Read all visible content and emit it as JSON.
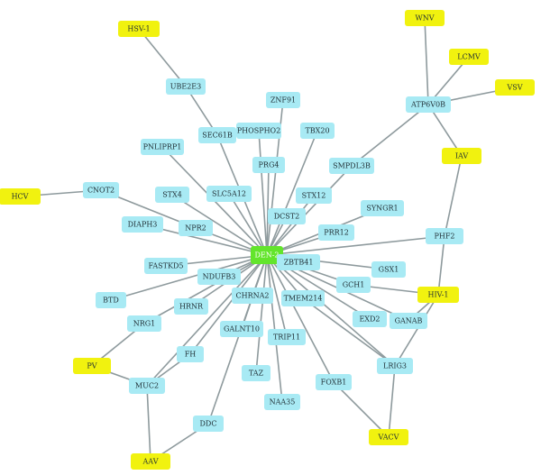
{
  "colors": {
    "gene_node": "#a8eaf4",
    "virus_node": "#f1f20f",
    "hub_node": "#63e52c",
    "edge": "#8e9a9d"
  },
  "nodes": [
    {
      "id": "DEN-2",
      "label": "DEN-2",
      "kind": "hub"
    },
    {
      "id": "HSV-1",
      "label": "HSV-1",
      "kind": "virus"
    },
    {
      "id": "WNV",
      "label": "WNV",
      "kind": "virus"
    },
    {
      "id": "LCMV",
      "label": "LCMV",
      "kind": "virus"
    },
    {
      "id": "VSV",
      "label": "VSV",
      "kind": "virus"
    },
    {
      "id": "IAV",
      "label": "IAV",
      "kind": "virus"
    },
    {
      "id": "HCV",
      "label": "HCV",
      "kind": "virus"
    },
    {
      "id": "HIV-1",
      "label": "HIV-1",
      "kind": "virus"
    },
    {
      "id": "PV",
      "label": "PV",
      "kind": "virus"
    },
    {
      "id": "VACV",
      "label": "VACV",
      "kind": "virus"
    },
    {
      "id": "AAV",
      "label": "AAV",
      "kind": "virus"
    },
    {
      "id": "UBE2E3",
      "label": "UBE2E3",
      "kind": "gene"
    },
    {
      "id": "ZNF91",
      "label": "ZNF91",
      "kind": "gene"
    },
    {
      "id": "ATP6V0B",
      "label": "ATP6V0B",
      "kind": "gene"
    },
    {
      "id": "PHOSPHO2",
      "label": "PHOSPHO2",
      "kind": "gene"
    },
    {
      "id": "SEC61B",
      "label": "SEC61B",
      "kind": "gene"
    },
    {
      "id": "TBX20",
      "label": "TBX20",
      "kind": "gene"
    },
    {
      "id": "PNLIPRP1",
      "label": "PNLIPRP1",
      "kind": "gene"
    },
    {
      "id": "PRG4",
      "label": "PRG4",
      "kind": "gene"
    },
    {
      "id": "SMPDL3B",
      "label": "SMPDL3B",
      "kind": "gene"
    },
    {
      "id": "CNOT2",
      "label": "CNOT2",
      "kind": "gene"
    },
    {
      "id": "STX4",
      "label": "STX4",
      "kind": "gene"
    },
    {
      "id": "SLC5A12",
      "label": "SLC5A12",
      "kind": "gene"
    },
    {
      "id": "STX12",
      "label": "STX12",
      "kind": "gene"
    },
    {
      "id": "SYNGR1",
      "label": "SYNGR1",
      "kind": "gene"
    },
    {
      "id": "DIAPH3",
      "label": "DIAPH3",
      "kind": "gene"
    },
    {
      "id": "NPR2",
      "label": "NPR2",
      "kind": "gene"
    },
    {
      "id": "DCST2",
      "label": "DCST2",
      "kind": "gene"
    },
    {
      "id": "PRR12",
      "label": "PRR12",
      "kind": "gene"
    },
    {
      "id": "PHF2",
      "label": "PHF2",
      "kind": "gene"
    },
    {
      "id": "FASTKD5",
      "label": "FASTKD5",
      "kind": "gene"
    },
    {
      "id": "ZBTB41",
      "label": "ZBTB41",
      "kind": "gene"
    },
    {
      "id": "GSX1",
      "label": "GSX1",
      "kind": "gene"
    },
    {
      "id": "NDUFB3",
      "label": "NDUFB3",
      "kind": "gene"
    },
    {
      "id": "GCH1",
      "label": "GCH1",
      "kind": "gene"
    },
    {
      "id": "BTD",
      "label": "BTD",
      "kind": "gene"
    },
    {
      "id": "CHRNA2",
      "label": "CHRNA2",
      "kind": "gene"
    },
    {
      "id": "TMEM214",
      "label": "TMEM214",
      "kind": "gene"
    },
    {
      "id": "HRNR",
      "label": "HRNR",
      "kind": "gene"
    },
    {
      "id": "NRG1",
      "label": "NRG1",
      "kind": "gene"
    },
    {
      "id": "GALNT10",
      "label": "GALNT10",
      "kind": "gene"
    },
    {
      "id": "EXD2",
      "label": "EXD2",
      "kind": "gene"
    },
    {
      "id": "GANAB",
      "label": "GANAB",
      "kind": "gene"
    },
    {
      "id": "TRIP11",
      "label": "TRIP11",
      "kind": "gene"
    },
    {
      "id": "FH",
      "label": "FH",
      "kind": "gene"
    },
    {
      "id": "LRIG3",
      "label": "LRIG3",
      "kind": "gene"
    },
    {
      "id": "MUC2",
      "label": "MUC2",
      "kind": "gene"
    },
    {
      "id": "TAZ",
      "label": "TAZ",
      "kind": "gene"
    },
    {
      "id": "FOXB1",
      "label": "FOXB1",
      "kind": "gene"
    },
    {
      "id": "NAA35",
      "label": "NAA35",
      "kind": "gene"
    },
    {
      "id": "DDC",
      "label": "DDC",
      "kind": "gene"
    }
  ],
  "edges": [
    [
      "DEN-2",
      "SEC61B"
    ],
    [
      "DEN-2",
      "ZNF91"
    ],
    [
      "DEN-2",
      "PHOSPHO2"
    ],
    [
      "DEN-2",
      "TBX20"
    ],
    [
      "DEN-2",
      "PNLIPRP1"
    ],
    [
      "DEN-2",
      "PRG4"
    ],
    [
      "DEN-2",
      "SMPDL3B"
    ],
    [
      "DEN-2",
      "STX4"
    ],
    [
      "DEN-2",
      "SLC5A12"
    ],
    [
      "DEN-2",
      "STX12"
    ],
    [
      "DEN-2",
      "SYNGR1"
    ],
    [
      "DEN-2",
      "DIAPH3"
    ],
    [
      "DEN-2",
      "NPR2"
    ],
    [
      "DEN-2",
      "DCST2"
    ],
    [
      "DEN-2",
      "PRR12"
    ],
    [
      "DEN-2",
      "PHF2"
    ],
    [
      "DEN-2",
      "FASTKD5"
    ],
    [
      "DEN-2",
      "ZBTB41"
    ],
    [
      "DEN-2",
      "GSX1"
    ],
    [
      "DEN-2",
      "NDUFB3"
    ],
    [
      "DEN-2",
      "GCH1"
    ],
    [
      "DEN-2",
      "BTD"
    ],
    [
      "DEN-2",
      "CHRNA2"
    ],
    [
      "DEN-2",
      "TMEM214"
    ],
    [
      "DEN-2",
      "HRNR"
    ],
    [
      "DEN-2",
      "NRG1"
    ],
    [
      "DEN-2",
      "GALNT10"
    ],
    [
      "DEN-2",
      "EXD2"
    ],
    [
      "DEN-2",
      "GANAB"
    ],
    [
      "DEN-2",
      "TRIP11"
    ],
    [
      "DEN-2",
      "FH"
    ],
    [
      "DEN-2",
      "LRIG3"
    ],
    [
      "DEN-2",
      "TAZ"
    ],
    [
      "DEN-2",
      "FOXB1"
    ],
    [
      "DEN-2",
      "NAA35"
    ],
    [
      "DEN-2",
      "DDC"
    ],
    [
      "DEN-2",
      "MUC2"
    ],
    [
      "HSV-1",
      "UBE2E3"
    ],
    [
      "UBE2E3",
      "SEC61B"
    ],
    [
      "WNV",
      "ATP6V0B"
    ],
    [
      "LCMV",
      "ATP6V0B"
    ],
    [
      "VSV",
      "ATP6V0B"
    ],
    [
      "IAV",
      "ATP6V0B"
    ],
    [
      "ATP6V0B",
      "SMPDL3B"
    ],
    [
      "HCV",
      "CNOT2"
    ],
    [
      "CNOT2",
      "NPR2"
    ],
    [
      "IAV",
      "PHF2"
    ],
    [
      "PHF2",
      "HIV-1"
    ],
    [
      "HIV-1",
      "GCH1"
    ],
    [
      "HIV-1",
      "GANAB"
    ],
    [
      "HIV-1",
      "LRIG3"
    ],
    [
      "PV",
      "NRG1"
    ],
    [
      "PV",
      "MUC2"
    ],
    [
      "MUC2",
      "FH"
    ],
    [
      "AAV",
      "MUC2"
    ],
    [
      "AAV",
      "DDC"
    ],
    [
      "VACV",
      "LRIG3"
    ],
    [
      "VACV",
      "FOXB1"
    ],
    [
      "LRIG3",
      "TMEM214"
    ]
  ]
}
